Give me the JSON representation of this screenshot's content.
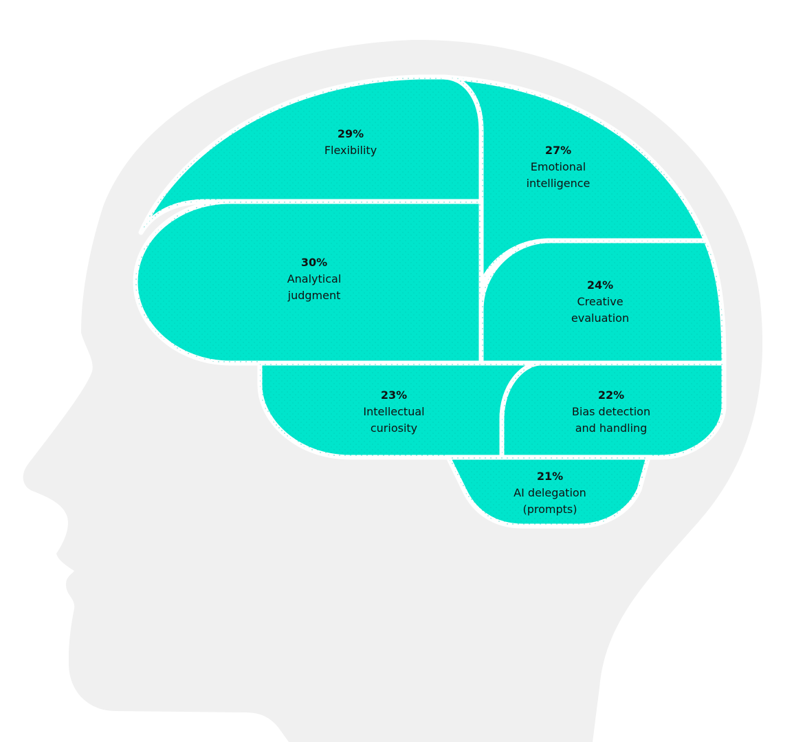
{
  "colors": {
    "head": "#f0f0f0",
    "lobe_fill": "#00e5cc",
    "divider": "#ffffff",
    "text": "#111111"
  },
  "regions": [
    {
      "id": "flexibility",
      "percent": "29%",
      "value": 29,
      "label_lines": [
        "Flexibility"
      ]
    },
    {
      "id": "emotional-intelligence",
      "percent": "27%",
      "value": 27,
      "label_lines": [
        "Emotional",
        "intelligence"
      ]
    },
    {
      "id": "analytical-judgment",
      "percent": "30%",
      "value": 30,
      "label_lines": [
        "Analytical",
        "judgment"
      ]
    },
    {
      "id": "creative-evaluation",
      "percent": "24%",
      "value": 24,
      "label_lines": [
        "Creative",
        "evaluation"
      ]
    },
    {
      "id": "intellectual-curiosity",
      "percent": "23%",
      "value": 23,
      "label_lines": [
        "Intellectual",
        "curiosity"
      ]
    },
    {
      "id": "bias-detection",
      "percent": "22%",
      "value": 22,
      "label_lines": [
        "Bias detection",
        "and handling"
      ]
    },
    {
      "id": "ai-delegation",
      "percent": "21%",
      "value": 21,
      "label_lines": [
        "AI delegation",
        "(prompts)"
      ]
    }
  ]
}
